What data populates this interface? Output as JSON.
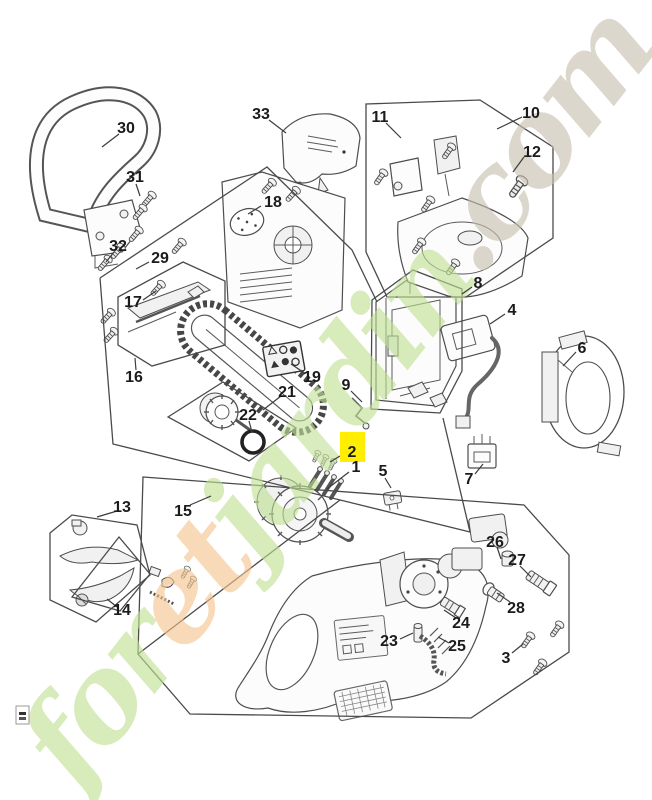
{
  "page": {
    "background_color": "#ffffff"
  },
  "watermark": {
    "text": "foretjardin.com",
    "letters": [
      {
        "ch": "f",
        "color": "#bfe093"
      },
      {
        "ch": "o",
        "color": "#bfe093"
      },
      {
        "ch": "r",
        "color": "#bfe093"
      },
      {
        "ch": "e",
        "color": "#f5c48d"
      },
      {
        "ch": "t",
        "color": "#f5c48d"
      },
      {
        "ch": "j",
        "color": "#bfe093"
      },
      {
        "ch": "a",
        "color": "#bfe093"
      },
      {
        "ch": "r",
        "color": "#c3e29a"
      },
      {
        "ch": "d",
        "color": "#bfe093"
      },
      {
        "ch": "i",
        "color": "#bfe093"
      },
      {
        "ch": "n",
        "color": "#bfe093"
      },
      {
        "ch": ".",
        "color": "#c8bfae"
      },
      {
        "ch": "c",
        "color": "#c8bfae"
      },
      {
        "ch": "o",
        "color": "#c8bfae"
      },
      {
        "ch": "m",
        "color": "#c8bfae"
      }
    ]
  },
  "diagram": {
    "type": "exploded-parts-diagram",
    "highlighted_part": "2",
    "highlight_color": "#ffee00",
    "line_color": "#4a4a4a",
    "labels": [
      {
        "num": "1"
      },
      {
        "num": "2"
      },
      {
        "num": "3"
      },
      {
        "num": "4"
      },
      {
        "num": "5"
      },
      {
        "num": "6"
      },
      {
        "num": "7"
      },
      {
        "num": "8"
      },
      {
        "num": "9"
      },
      {
        "num": "10"
      },
      {
        "num": "11"
      },
      {
        "num": "12"
      },
      {
        "num": "13"
      },
      {
        "num": "14"
      },
      {
        "num": "15"
      },
      {
        "num": "16"
      },
      {
        "num": "17"
      },
      {
        "num": "18"
      },
      {
        "num": "19"
      },
      {
        "num": "21"
      },
      {
        "num": "22"
      },
      {
        "num": "23"
      },
      {
        "num": "24"
      },
      {
        "num": "25"
      },
      {
        "num": "26"
      },
      {
        "num": "27"
      },
      {
        "num": "28"
      },
      {
        "num": "29"
      },
      {
        "num": "30"
      },
      {
        "num": "31"
      },
      {
        "num": "32"
      },
      {
        "num": "33"
      }
    ]
  }
}
